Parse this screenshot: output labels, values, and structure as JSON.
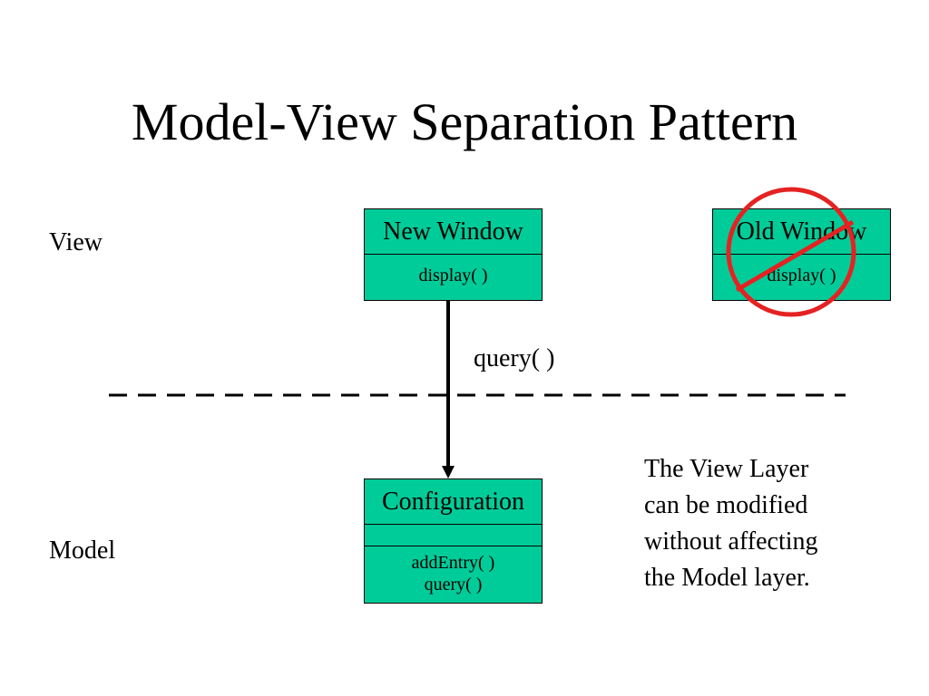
{
  "title": "Model-View Separation Pattern",
  "layers": {
    "view_label": "View",
    "model_label": "Model"
  },
  "classes": {
    "new_window": {
      "name": "New Window",
      "operations": [
        "display( )"
      ]
    },
    "old_window": {
      "name": "Old Window",
      "operations": [
        "display( )"
      ]
    },
    "configuration": {
      "name": "Configuration",
      "operations": [
        "addEntry( )",
        "query( )"
      ]
    }
  },
  "arrow_label": "query( )",
  "note": {
    "lines": [
      "The View Layer",
      "can be modified",
      "without affecting",
      "the Model layer."
    ]
  },
  "colors": {
    "class_fill": "#00cc99",
    "prohibition": "#e52222",
    "line": "#000000"
  }
}
